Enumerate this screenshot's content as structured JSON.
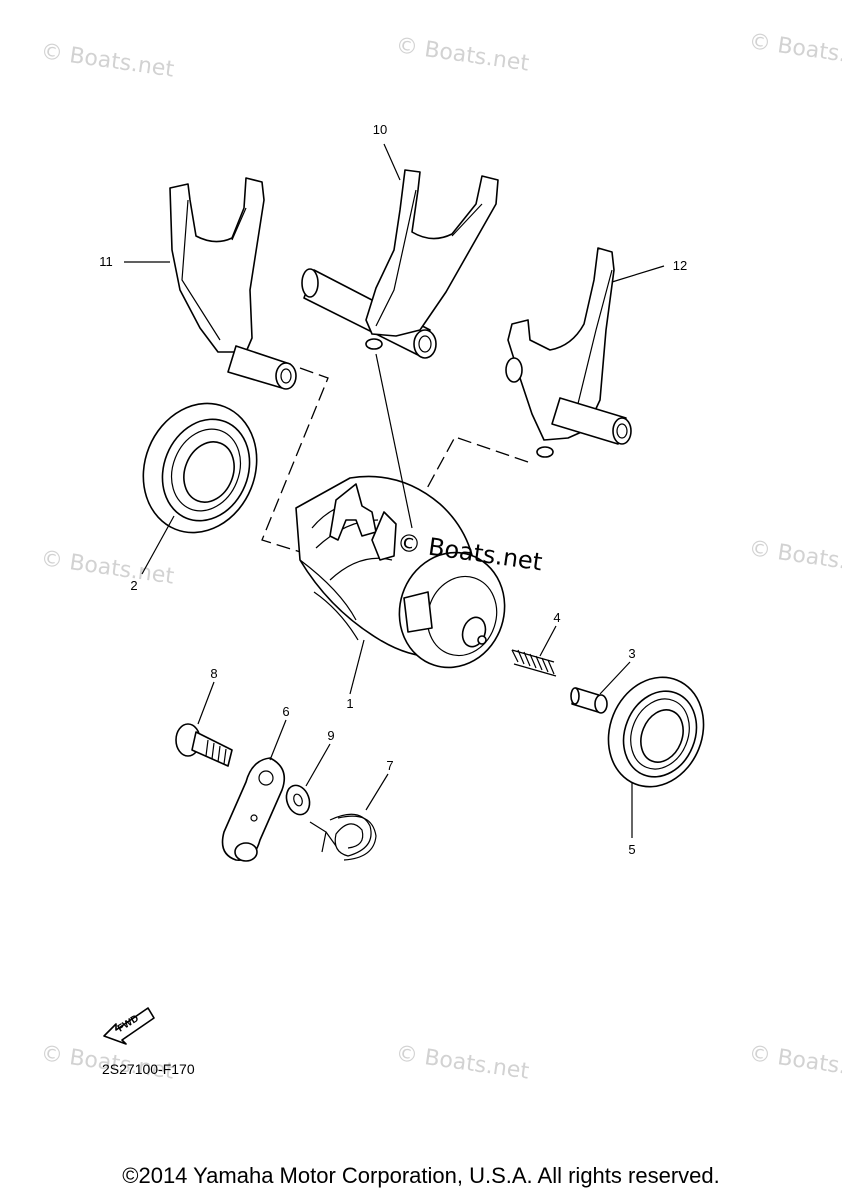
{
  "watermark": "© Boats.net",
  "callouts": {
    "c1": "1",
    "c2": "2",
    "c3": "3",
    "c4": "4",
    "c5": "5",
    "c6": "6",
    "c7": "7",
    "c8": "8",
    "c9": "9",
    "c10": "10",
    "c11": "11",
    "c12": "12"
  },
  "fwd_label": "FWD",
  "diagram_code": "2S27100-F170",
  "copyright": "©2014 Yamaha Motor Corporation, U.S.A. All rights reserved."
}
